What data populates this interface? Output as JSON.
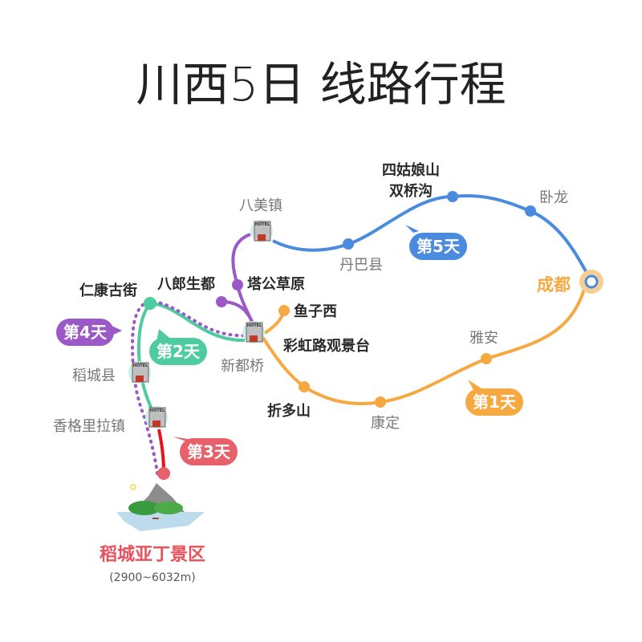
{
  "title": "川西5日 线路行程",
  "colors": {
    "day1": "#f7a941",
    "day2": "#4ecba0",
    "day3": "#e8505b",
    "day4": "#9b59c8",
    "day5": "#4a8be0",
    "purple_route": "#9b59c8"
  },
  "days": {
    "day1": "第1天",
    "day2": "第2天",
    "day3": "第3天",
    "day4": "第4天",
    "day5": "第5天"
  },
  "places": {
    "chengdu": "成都",
    "yaan": "雅安",
    "kangding": "康定",
    "zheduoshan": "折多山",
    "xindouqiao": "新都桥",
    "yuzixi": "鱼子西",
    "caihonglu": "彩虹路观景台",
    "tagong": "塔公草原",
    "balangshengdu": "八郎生都",
    "bamei": "八美镇",
    "danba": "丹巴县",
    "siguniang": "四姑娘山",
    "shuangqiaogou": "双桥沟",
    "wolong": "卧龙",
    "renkang": "仁康古街",
    "daocheng": "稻城县",
    "shangrila": "香格里拉镇"
  },
  "destination": {
    "name": "稻城亚丁景区",
    "altitude": "(2900~6032m)"
  },
  "hotel_icon_label": "HOTEL"
}
